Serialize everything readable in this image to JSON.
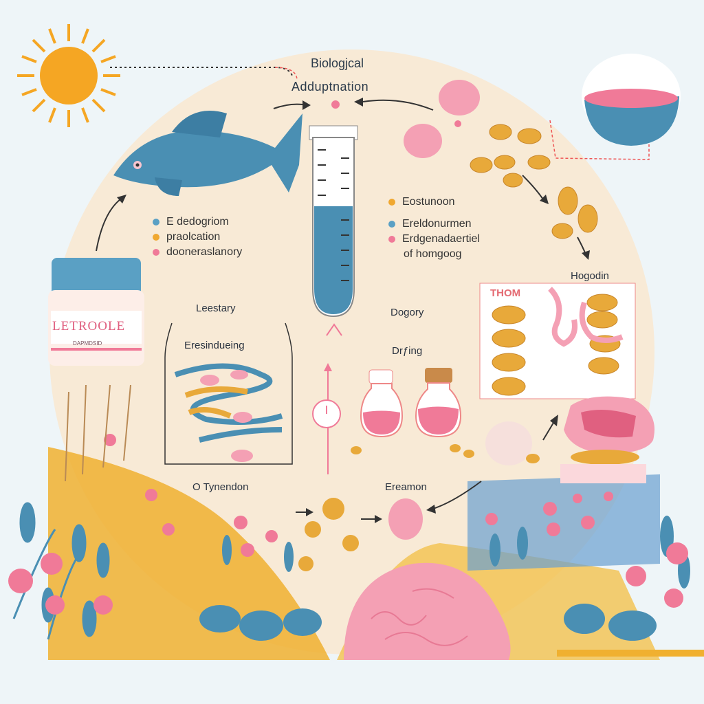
{
  "diagram": {
    "title_line1": "Biologjcal",
    "title_line2": "Adduptnation",
    "left_legend": [
      {
        "text": "E dedogriom",
        "color": "#5aa0c4"
      },
      {
        "text": "praolcation",
        "color": "#f0a830"
      },
      {
        "text": "dooneraslanory",
        "color": "#f07a98"
      }
    ],
    "right_legend": [
      {
        "text": "Eostunoon",
        "color": "#f0a830"
      },
      {
        "text": "Ereldonurmen",
        "color": "#5aa0c4"
      },
      {
        "text": "Erdgenadaertiel",
        "color": "#f07a98"
      },
      {
        "text": "of homgoog",
        "color": ""
      }
    ],
    "jar": {
      "title": "LETROOLE",
      "subtitle": "DAPMDSID"
    },
    "labels": {
      "leestary": "Leestary",
      "eresindueing": "Eresindueing",
      "dogory": "Dogory",
      "drying": "Drƒing",
      "hogodin": "Hogodin",
      "thom": "THOM",
      "tynendon": "O Tynendon",
      "ereamon": "Ereamon"
    },
    "colors": {
      "circle": "#f8ead6",
      "blue": "#4a8fb3",
      "pink": "#f07a98",
      "orange": "#e8a93a",
      "sun": "#f5a623",
      "ground": "#f0b030"
    }
  }
}
